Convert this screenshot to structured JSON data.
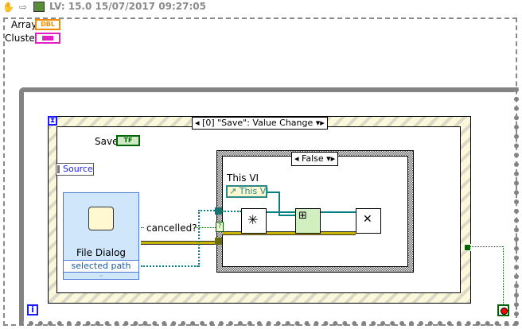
{
  "toolbar": {
    "icons": [
      "hand-icon",
      "arrow-right-icon",
      "vi-icon"
    ],
    "version_text": "LV: 15.0 15/07/2017 09:27:05"
  },
  "controls": {
    "array_label": "Array",
    "array_type": "DBL",
    "cluster_label": "Cluster"
  },
  "event_structure": {
    "selector": "[0] \"Save\": Value Change",
    "save_label": "Save",
    "save_type": "TF",
    "source_label": "Source"
  },
  "file_dialog": {
    "title": "File Dialog",
    "output": "selected path",
    "cancelled_label": "cancelled?"
  },
  "case_structure": {
    "selector": "False",
    "this_vi_label": "This VI",
    "this_vi_ref": "This VI"
  },
  "loop": {
    "iteration_icon": "i",
    "stop_icon": "stop-icon"
  },
  "colors": {
    "bool_wire": "#006400",
    "path_wire": "#008080",
    "error_wire": "#c8b400",
    "loop_border": "#838383",
    "fd_bg": "#cfe6fb"
  }
}
